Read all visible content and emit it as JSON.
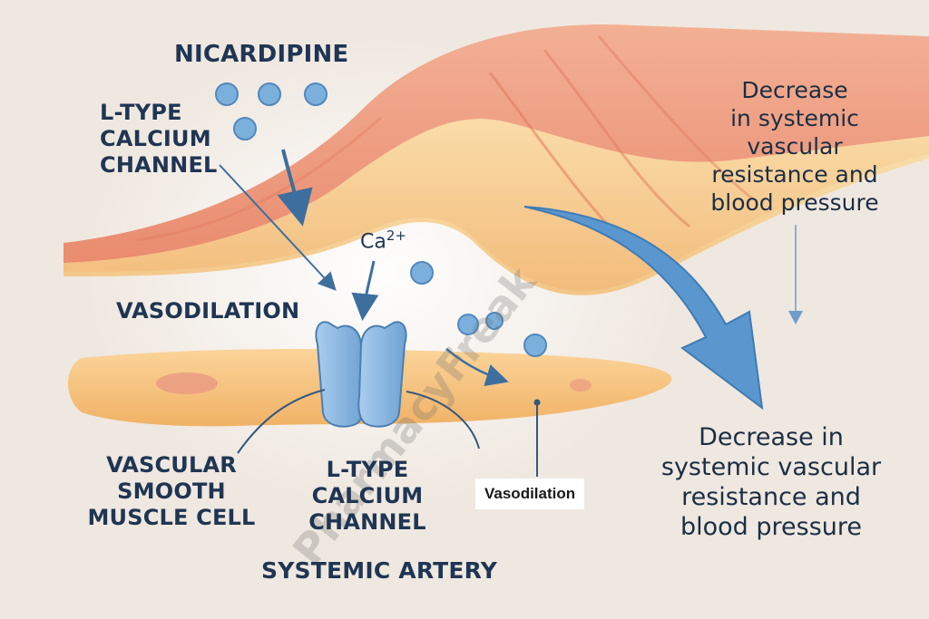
{
  "drug": "NICARDIPINE",
  "labels": {
    "ltype_top": [
      "L-TYPE",
      "CALCIUM",
      "CHANNEL"
    ],
    "ion": "Ca",
    "ion_charge": "2+",
    "vasodilation_caps": "VASODILATION",
    "vsmc": [
      "VASCULAR",
      "SMOOTH",
      "MUSCLE CELL"
    ],
    "ltype_bottom": [
      "L-TYPE",
      "CALCIUM",
      "CHANNEL"
    ],
    "vasodilation_tag": "Vasodilation",
    "systemic_artery": "SYSTEMIC ARTERY",
    "outcome_top": [
      "Decrease",
      "in systemic",
      "vascular",
      "resistance and",
      "blood pressure"
    ],
    "outcome_bottom": [
      "Decrease in",
      "systemic vascular",
      "resistance and",
      "blood pressure"
    ]
  },
  "watermark": "PharmacyFreak",
  "colors": {
    "background": "#efe8e0",
    "text": "#1f3553",
    "vessel_outer": "#ef9f80",
    "vessel_inner": "#f7cf8c",
    "channel": "#8fb9df",
    "ion": "#78addb",
    "arrow": "#4f8cc6"
  }
}
